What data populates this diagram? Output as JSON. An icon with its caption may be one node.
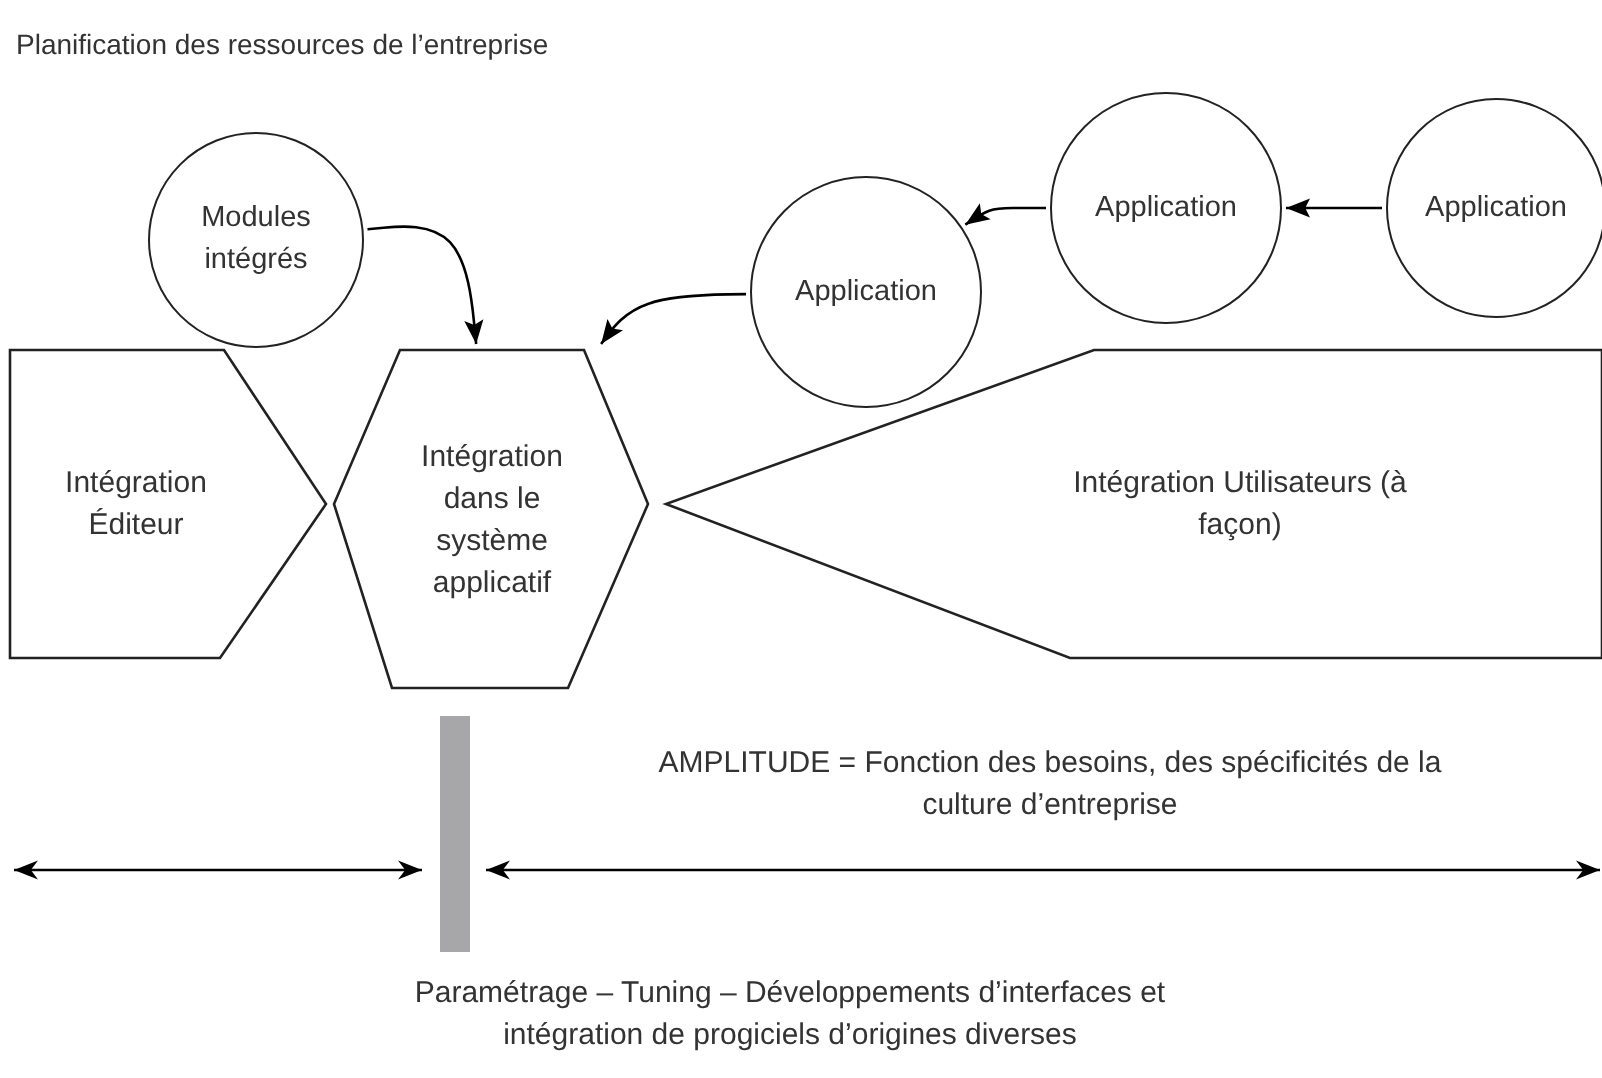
{
  "diagram": {
    "title": "Planification des ressources de l’entreprise",
    "nodes": [
      {
        "text": [
          "Modules intégrés"
        ]
      },
      {
        "text": [
          "Application"
        ]
      },
      {
        "text": [
          "Application"
        ]
      },
      {
        "text": [
          "Application"
        ]
      },
      {
        "text": [
          "Intégration Éditeur"
        ]
      },
      {
        "text": [
          "Intégration dans le système applicatif"
        ]
      },
      {
        "text": [
          "Intégration Utilisateurs (à façon)"
        ]
      },
      {
        "text": [],
        "shape": "bar"
      }
    ],
    "edges": [
      {
        "from": 0,
        "to": 5,
        "arrow": "to"
      },
      {
        "from": 3,
        "to": 2,
        "arrow": "to"
      },
      {
        "from": 2,
        "to": 1,
        "arrow": "to"
      },
      {
        "from": 1,
        "to": 5,
        "arrow": "to"
      }
    ],
    "labels": [
      "AMPLITUDE = Fonction des besoins, des spécificités de la culture d’entreprise",
      "Paramétrage – Tuning – Développements d’interfaces et intégration de progiciels d’origines diverses"
    ]
  }
}
